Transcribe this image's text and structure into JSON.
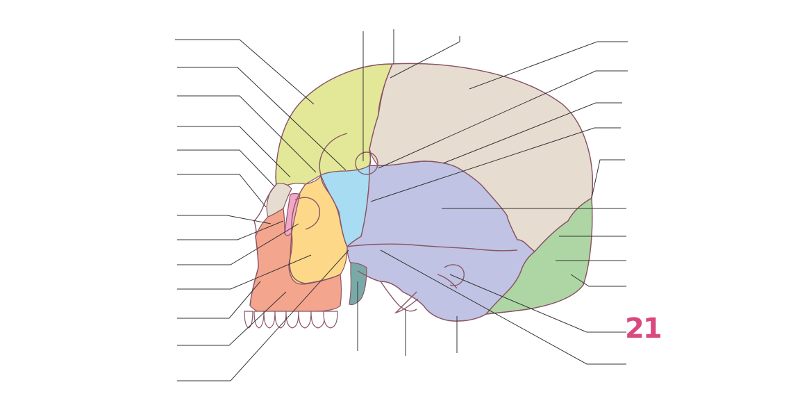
{
  "figure": {
    "number": "21",
    "number_color": "#d9487f",
    "labels": []
  },
  "colors": {
    "outline": "#8a5566",
    "leader": "#333333",
    "frontal": "#e2e898",
    "parietal": "#e6ddd0",
    "temporal": "#c0c3e3",
    "occipital": "#aed6a5",
    "sphenoid": "#a7dcf3",
    "zygomatic": "#fdd889",
    "maxilla": "#f4a58d",
    "nasal": "#f3a7c6",
    "lacrimal": "#e6ddd0",
    "styloid_teal": "#79aaa8",
    "teeth": "#ffffff"
  },
  "regions": [
    {
      "name": "frontal-bone",
      "color_key": "frontal"
    },
    {
      "name": "parietal-bone",
      "color_key": "parietal"
    },
    {
      "name": "temporal-bone",
      "color_key": "temporal"
    },
    {
      "name": "occipital-bone",
      "color_key": "occipital"
    },
    {
      "name": "sphenoid-bone",
      "color_key": "sphenoid"
    },
    {
      "name": "zygomatic-bone",
      "color_key": "zygomatic"
    },
    {
      "name": "maxilla",
      "color_key": "maxilla"
    },
    {
      "name": "nasal-bone",
      "color_key": "nasal"
    },
    {
      "name": "pterygoid-plate",
      "color_key": "styloid_teal"
    }
  ]
}
